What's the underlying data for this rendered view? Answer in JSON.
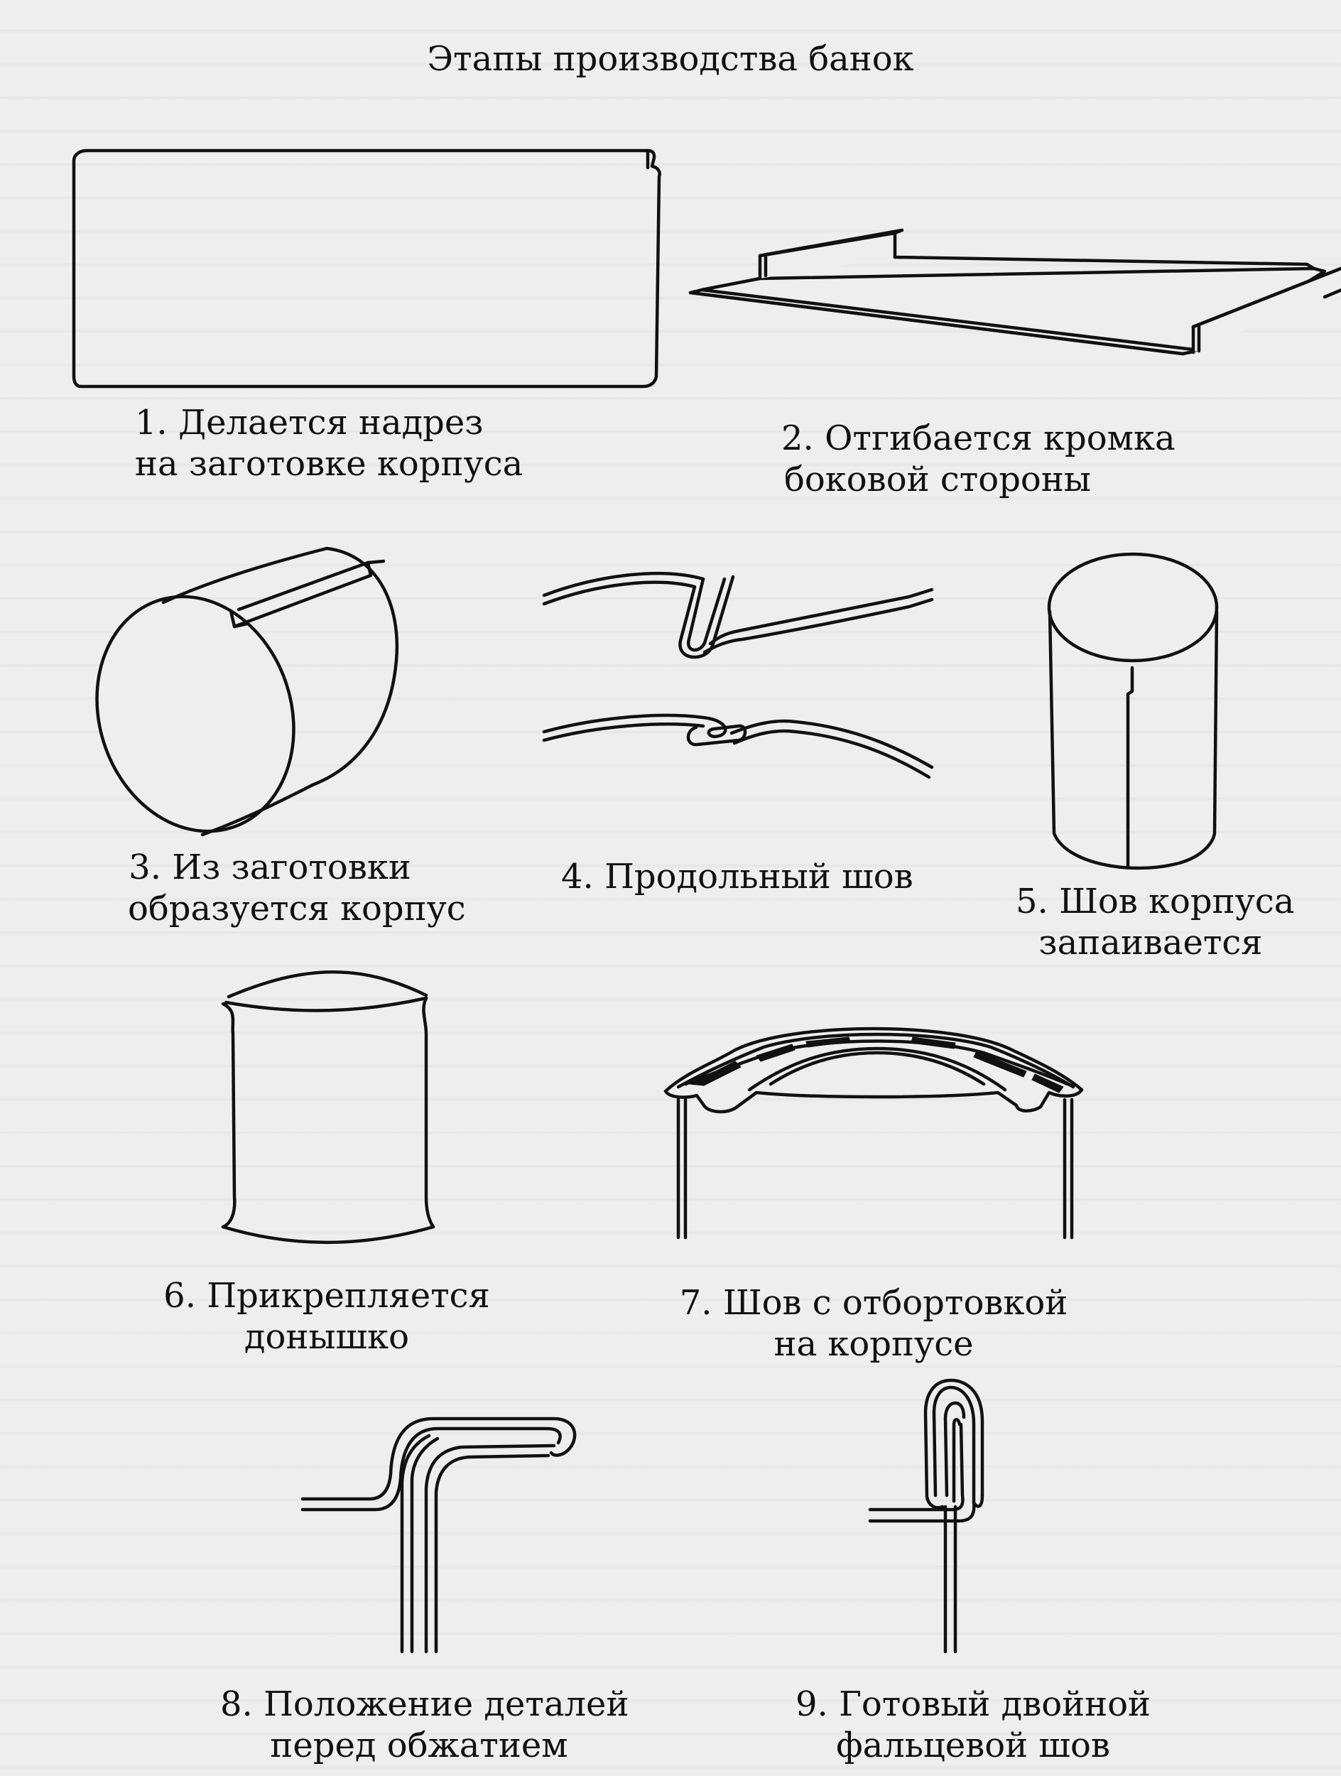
{
  "title": "Этапы производства банок",
  "steps": [
    {
      "number": "1.",
      "lines": [
        "Делается надрез",
        "на заготовке корпуса"
      ]
    },
    {
      "number": "2.",
      "lines": [
        "Отгибается кромка",
        "боковой стороны"
      ]
    },
    {
      "number": "3.",
      "lines": [
        "Из заготовки",
        "образуется корпус"
      ]
    },
    {
      "number": "4.",
      "lines": [
        "Продольный шов",
        ""
      ]
    },
    {
      "number": "5.",
      "lines": [
        "Шов корпуса",
        "запаивается"
      ]
    },
    {
      "number": "6.",
      "lines": [
        "Прикрепляется",
        "донышко"
      ]
    },
    {
      "number": "7.",
      "lines": [
        "Шов с отбортовкой",
        "на корпусе"
      ]
    },
    {
      "number": "8.",
      "lines": [
        "Положение деталей",
        "перед обжатием"
      ]
    },
    {
      "number": "9.",
      "lines": [
        "Готовый двойной",
        "фальцевой шов"
      ]
    }
  ]
}
